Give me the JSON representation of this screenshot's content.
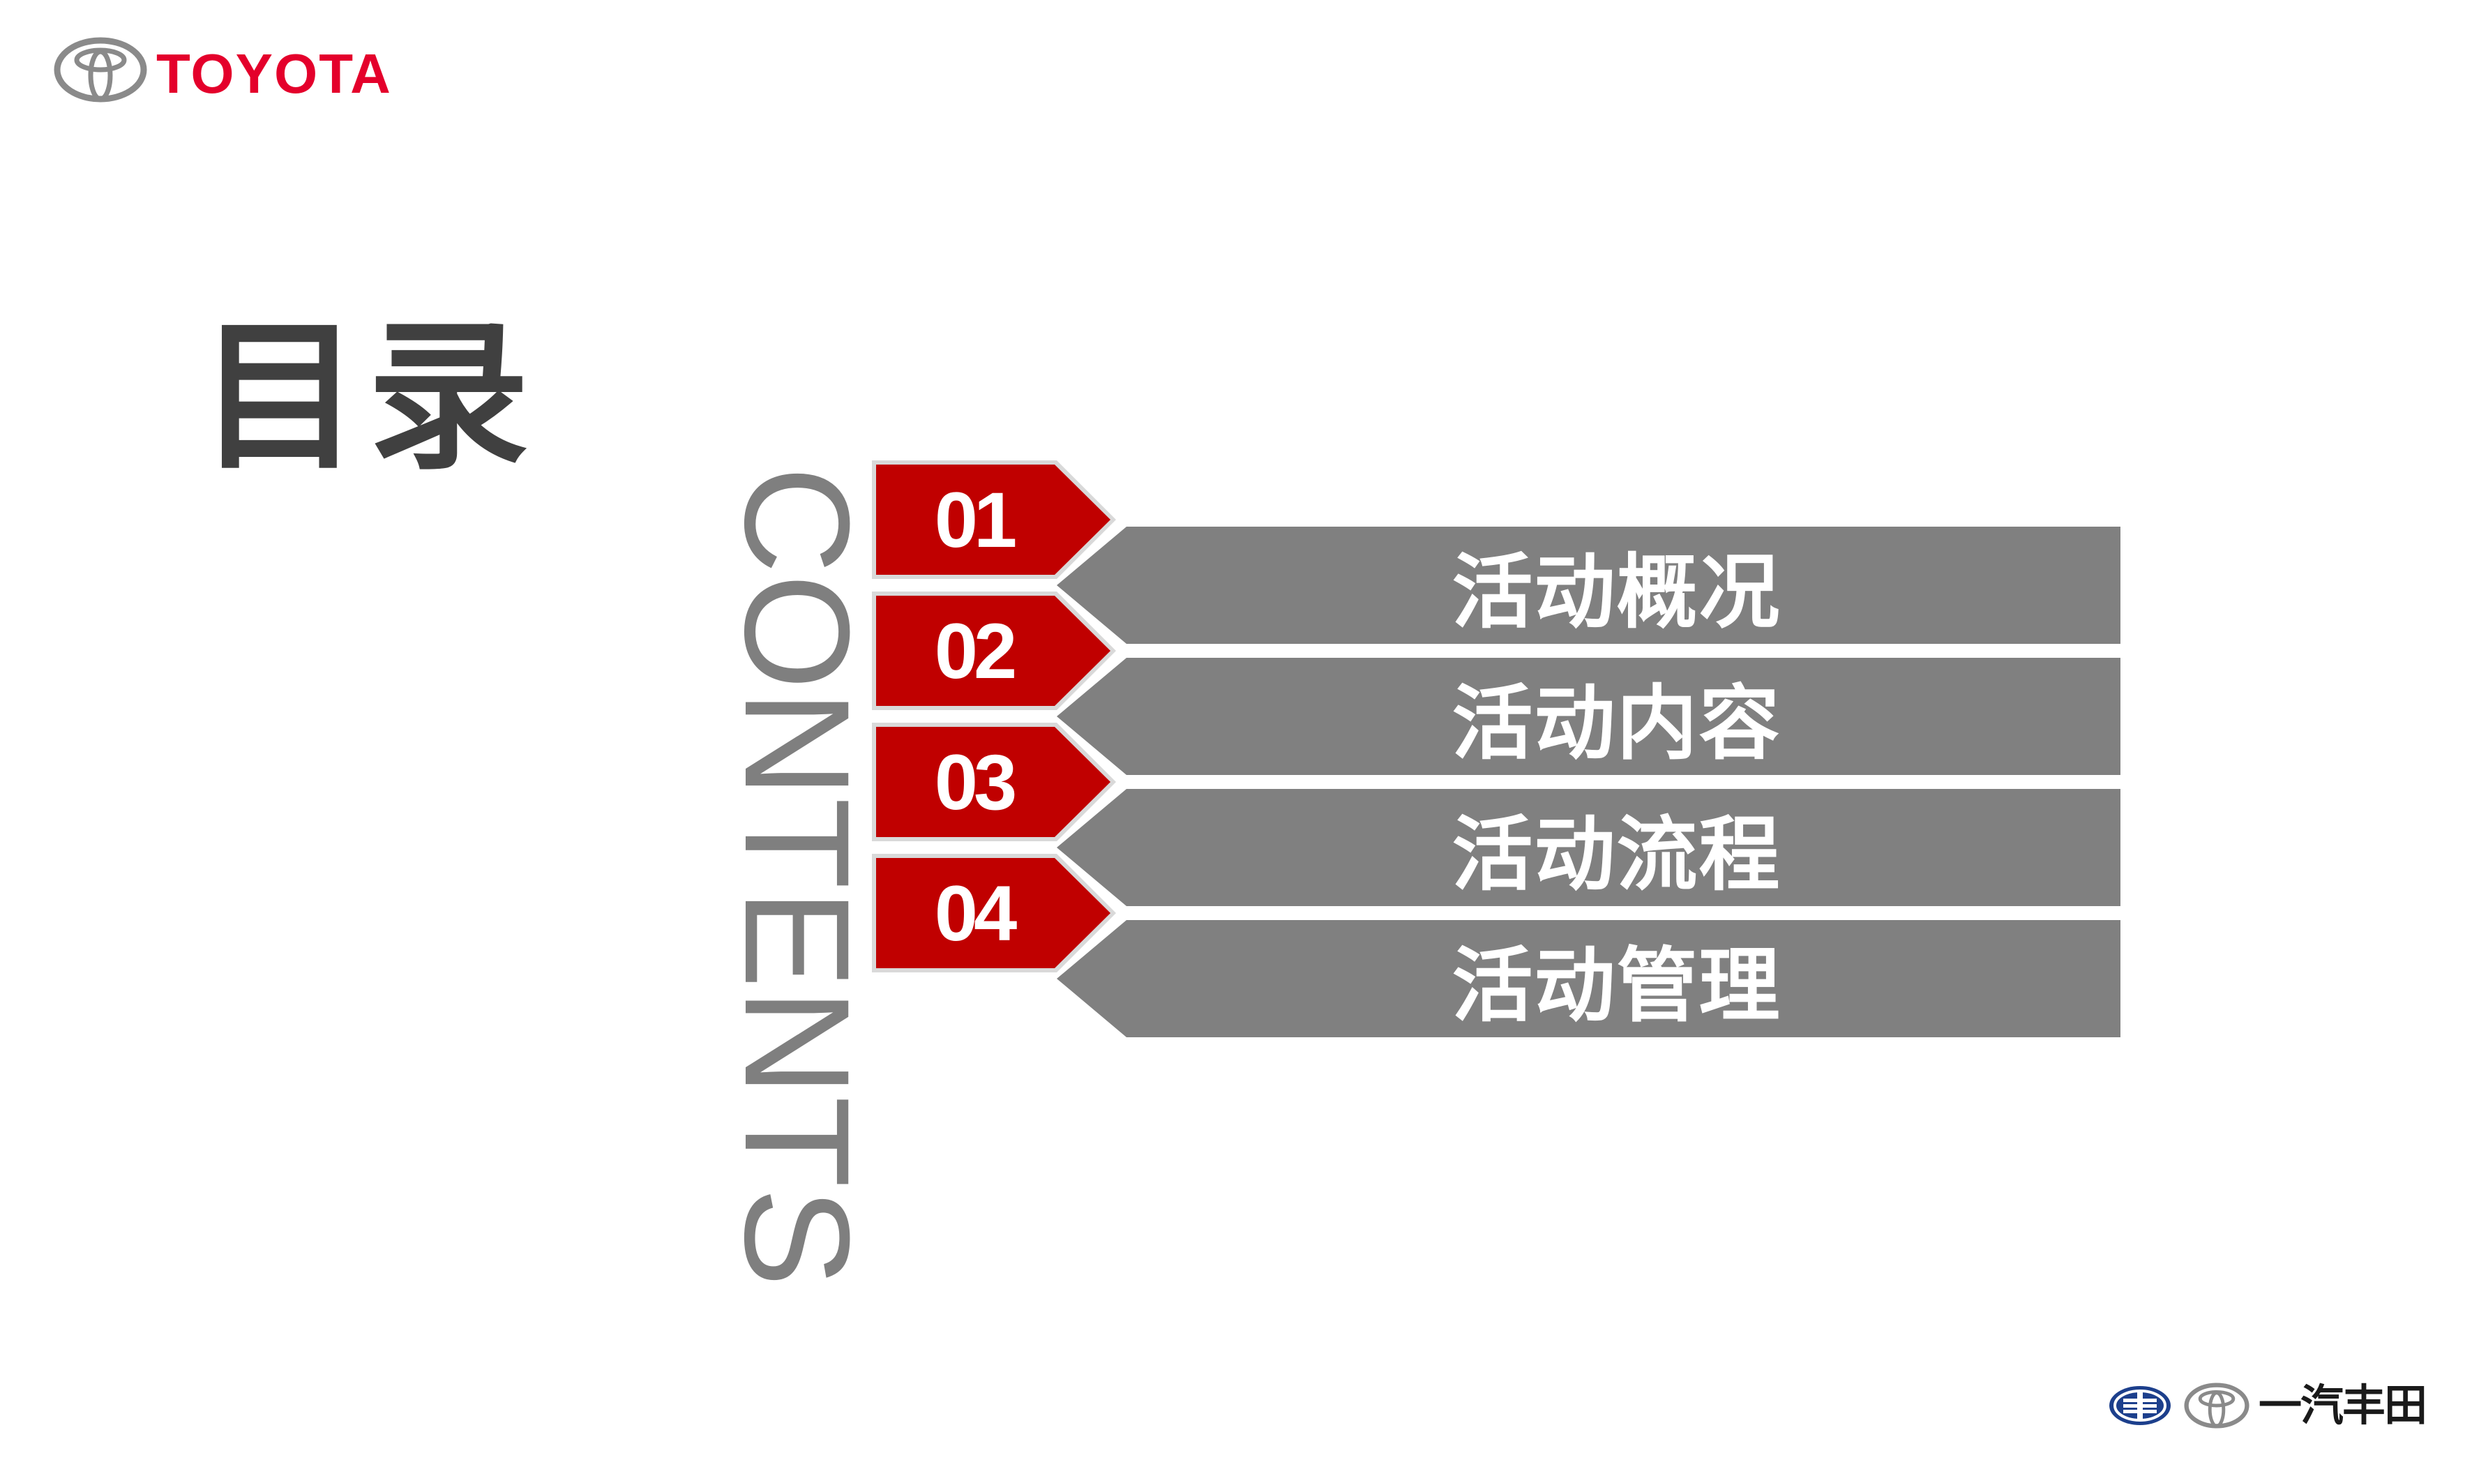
{
  "header": {
    "brand": "TOYOTA"
  },
  "title": "目录",
  "vertical_text": "CONTENTS",
  "menu": [
    {
      "number": "01",
      "label": "活动概况"
    },
    {
      "number": "02",
      "label": "活动内容"
    },
    {
      "number": "03",
      "label": "活动流程"
    },
    {
      "number": "04",
      "label": "活动管理"
    }
  ],
  "footer": {
    "brand_cn": "一汽丰田"
  },
  "colors": {
    "accent_red": "#c00000",
    "brand_red": "#e4002b",
    "bar_gray": "#808080",
    "title_gray": "#404040",
    "vertical_text_gray": "#7f7f7f"
  },
  "icons": [
    "toyota-emblem-icon",
    "faw-emblem-icon"
  ]
}
